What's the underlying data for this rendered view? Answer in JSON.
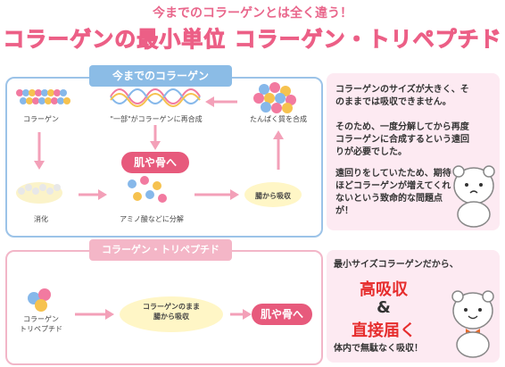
{
  "header": {
    "subtitle": "今までのコラーゲンとは全く違う！",
    "title": "コラーゲンの最小単位 コラーゲン・トリペプチド"
  },
  "panel_old": {
    "title": "今までのコラーゲン",
    "label_collagen": "コラーゲン",
    "label_resynth": "\"一部\"がコラーゲンに再合成",
    "label_protein": "たんぱく質を合成",
    "label_digest": "消化",
    "label_amino": "アミノ酸などに分解",
    "label_absorb": "腸から吸収",
    "pill": "肌や骨へ"
  },
  "panel_new": {
    "title": "コラーゲン・トリペプチド",
    "label_tripeptide": "コラーゲン\nトリペプチド",
    "label_as_is": "コラーゲンのまま\n腸から吸収",
    "pill": "肌や骨へ"
  },
  "note_old": {
    "p1": "コラーゲンのサイズが大きく、そのままでは吸収できません。",
    "p2": "そのため、一度分解してから再度コラーゲンに合成するという遠回りが必要でした。",
    "p3": "遠回りをしていたため、期待ほどコラーゲンが増えてくれないという致命的な問題点が！"
  },
  "note_new": {
    "intro": "最小サイズコラーゲンだから、",
    "high_absorb": "高吸収",
    "amp": "&",
    "direct": "直接届く",
    "footer": "体内で無駄なく吸収！"
  },
  "colors": {
    "pink": "#ec5f86",
    "blue": "#8bbce6",
    "red": "#e62d2d"
  }
}
